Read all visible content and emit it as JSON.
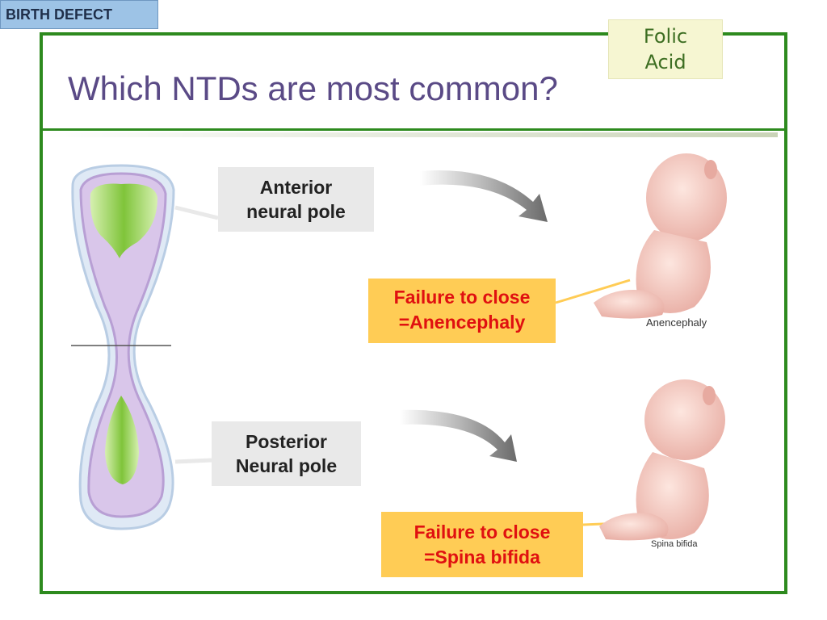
{
  "slide": {
    "corner_tag": "BIRTH DEFECT",
    "folic_line1": "Folic",
    "folic_line2": "Acid",
    "title": "Which NTDs are most common?"
  },
  "labels": {
    "anterior_line1": "Anterior",
    "anterior_line2": "neural pole",
    "posterior_line1": "Posterior",
    "posterior_line2": "Neural pole"
  },
  "outcomes": {
    "anencephaly_line1": "Failure to close",
    "anencephaly_line2": "=Anencephaly",
    "spina_line1": "Failure to close",
    "spina_line2": "=Spina bifida"
  },
  "captions": {
    "anencephaly": "Anencephaly",
    "spina_bifida": "Spina bifida"
  },
  "colors": {
    "frame_green": "#2d8a1e",
    "title_purple": "#5a4a86",
    "fail_box": "#ffcc55",
    "fail_text": "#e01010"
  }
}
